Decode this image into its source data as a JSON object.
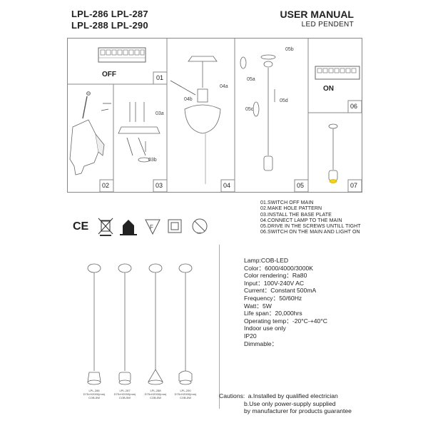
{
  "models": {
    "line1": "LPL-286 LPL-287",
    "line2": "LPL-288 LPL-290"
  },
  "header": {
    "title": "USER MANUAL",
    "subtitle": "LED PENDENT"
  },
  "panels": {
    "p01": {
      "num": "01",
      "switch_label": "OFF"
    },
    "p02": {
      "num": "02"
    },
    "p03": {
      "num": "03",
      "callout_a": "03a",
      "callout_b": "03b"
    },
    "p04": {
      "num": "04",
      "callout_a": "04a",
      "callout_b": "04b"
    },
    "p05": {
      "num": "05",
      "callout_a": "05a",
      "callout_b": "05b",
      "callout_c": "05c",
      "callout_d": "05d"
    },
    "p06": {
      "num": "06",
      "switch_label": "ON"
    },
    "p07": {
      "num": "07"
    }
  },
  "steps": [
    "01.SWITCH OFF MAIN",
    "02.MAKE HOLE PATTERN",
    "03.INSTALL THE BASE PLATE",
    "04.CONNECT LAMP TO THE MAIN",
    "05.DRIVE IN THE SCREWS UNTILL TIGHT",
    "06.SWITCH ON THE MAIN AND LIGHT ON"
  ],
  "cert_icons": [
    "ce-mark",
    "weee-bin-icon",
    "indoor-house-icon",
    "f-mark-icon",
    "class-ii-icon",
    "no-cover-icon"
  ],
  "pendants": [
    {
      "model": "LPL-286",
      "size": "D75×H2000(mm)",
      "source": "COB-5W"
    },
    {
      "model": "LPL-287",
      "size": "D75×H2000(mm)",
      "source": "COB-5W"
    },
    {
      "model": "LPL-288",
      "size": "D75×H2000(mm)",
      "source": "COB-5W"
    },
    {
      "model": "LPL-290",
      "size": "D75×H2000(mm)",
      "source": "COB-5W"
    }
  ],
  "specs": [
    "Lamp:COB-LED",
    "Color：6000/4000/3000K",
    "Color rendering：Ra80",
    "Input：100V-240V AC",
    "Current：Constant 500mA",
    "Frequency：50/60Hz",
    "Watt：5W",
    "Life span：20,000hrs",
    "Operating temp：-20°C-+40°C",
    "Indoor use only",
    "IP20",
    "Dimmable："
  ],
  "cautions": {
    "label": "Cautions:",
    "line1": "a.Installed by qualified electrician",
    "line2": "b.Use only power-supply supplied",
    "line3": "by manufacturer for products guarantee"
  }
}
